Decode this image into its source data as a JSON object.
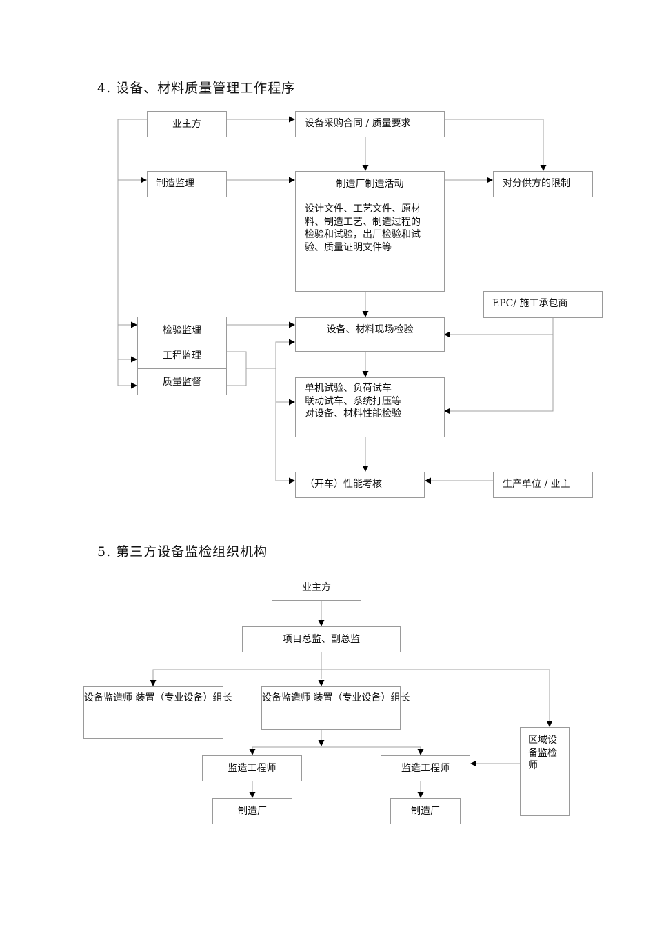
{
  "section4": {
    "title": "4. 设备、材料质量管理工作程序",
    "nodes": {
      "owner": "业主方",
      "contract": "设备采购合同 / 质量要求",
      "mfg_supervision": "制造监理",
      "factory_activity": "制造厂制造活动",
      "factory_activity_detail": "设计文件、工艺文件、原材\n料、制造工艺、制造过程的\n检验和试验，出厂检验和试\n验、质量证明文件等",
      "subcontractor_limit": "对分供方的限制",
      "epc": "EPC/ 施工承包商",
      "inspection_supervision": "检验监理",
      "engineering_supervision": "工程监理",
      "quality_oversight": "质量监督",
      "site_inspection": "设备、材料现场检验",
      "performance_tests": "单机试验、负荷试车\n联动试车、系统打压等\n对设备、材料性能检验",
      "performance_assessment": "（开车）性能考核",
      "production_unit": "生产单位 / 业主"
    }
  },
  "section5": {
    "title": "5. 第三方设备监检组织机构",
    "nodes": {
      "owner": "业主方",
      "chief_supervisor": "项目总监、副总监",
      "group_leader_left": "设备监造师\n装置（专业设备）组长",
      "group_leader_center": "设备监造师\n装置（专业设备）组长",
      "regional_inspector": "区域设\n备监检\n师",
      "engineer_left": "监造工程师",
      "engineer_right": "监造工程师",
      "factory_left": "制造厂",
      "factory_right": "制造厂"
    }
  }
}
